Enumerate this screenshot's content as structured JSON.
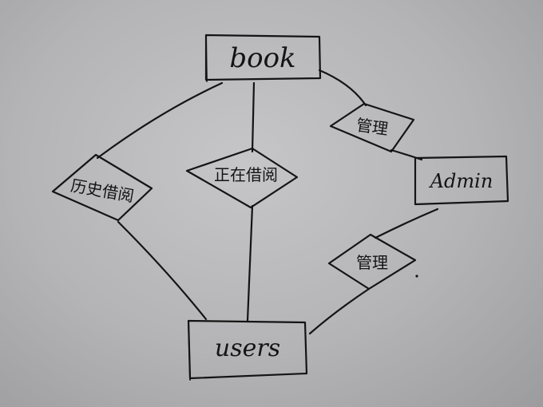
{
  "diagram": {
    "entities": {
      "book": "book",
      "admin": "Admin",
      "users": "users"
    },
    "relationships": {
      "history_borrow": "历史借阅",
      "current_borrow": "正在借阅",
      "manage_book": "管理",
      "manage_users": "管理"
    }
  }
}
